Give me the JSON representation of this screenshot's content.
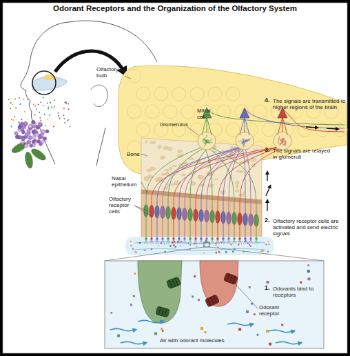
{
  "diagram": {
    "title": "Odorant Receptors and the Organization of the Olfactory System",
    "labels": [
      "Olfactory bulb",
      "Mitral cell",
      "Glomerulus",
      "4.",
      "The signals are transmitted to higher regions of the brain",
      "3.",
      "The signals are relayed in glomeruli",
      "Bone",
      "Nasal epithelium",
      "Olfactory receptor cells",
      "2.",
      "Olfactory receptor cells are activated and send electric signals",
      "1.",
      "Odorants bind to receptors",
      "Odorant receptor",
      "Air with odorant molecules"
    ]
  }
}
